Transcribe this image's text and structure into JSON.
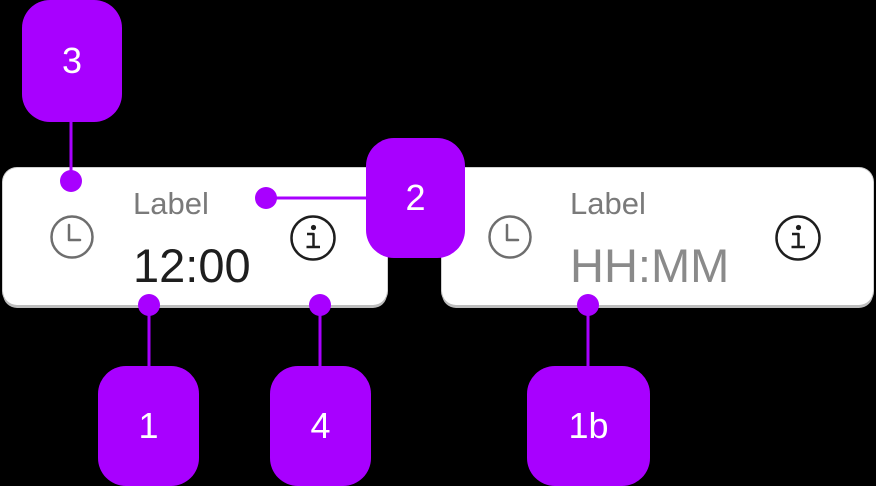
{
  "fields": [
    {
      "label": "Label",
      "value": "12:00",
      "state": "filled",
      "leading_icon": "clock-icon",
      "trailing_icon": "info-icon"
    },
    {
      "label": "Label",
      "value": "HH:MM",
      "state": "placeholder",
      "leading_icon": "clock-icon",
      "trailing_icon": "info-icon"
    }
  ],
  "callouts": {
    "c1": "1",
    "c1b": "1b",
    "c2": "2",
    "c3": "3",
    "c4": "4"
  },
  "colors": {
    "callout": "#a800ff",
    "background": "#000000",
    "field_background": "#ffffff",
    "label_text": "#7a7a7a",
    "value_text": "#1e1e1e",
    "placeholder_text": "#8a8a8a"
  }
}
